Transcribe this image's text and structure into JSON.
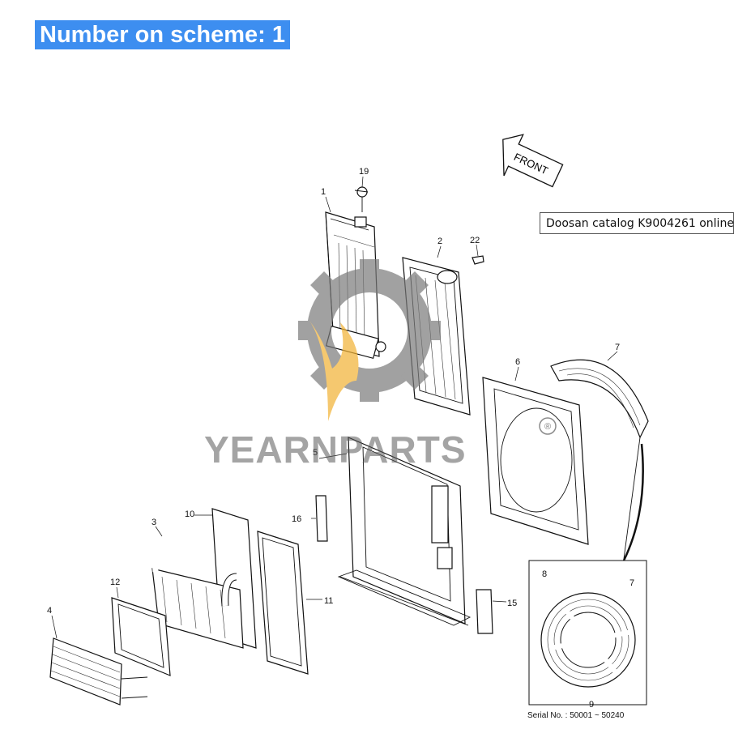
{
  "header": {
    "title": "Number on scheme: 1"
  },
  "catalog_label": "Doosan catalog K9004261 online",
  "direction_label": "FRONT",
  "serial_note": "Serial No. : 50001 ~ 50240",
  "watermark": {
    "text": "YEARNPARTS",
    "mark": "®"
  },
  "callouts": {
    "c1": "1",
    "c2": "2",
    "c3": "3",
    "c4": "4",
    "c5": "5",
    "c6": "6",
    "c7": "7",
    "c8": "8",
    "c9": "9",
    "c10": "10",
    "c11": "11",
    "c12": "12",
    "c15": "15",
    "c16": "16",
    "c19": "19",
    "c22": "22",
    "inset7": "7",
    "inset8": "8",
    "inset9": "9"
  },
  "colors": {
    "banner": "#3d8ef0",
    "watermark_gear": "#7a7a7a",
    "watermark_flame": "#f2b233"
  }
}
